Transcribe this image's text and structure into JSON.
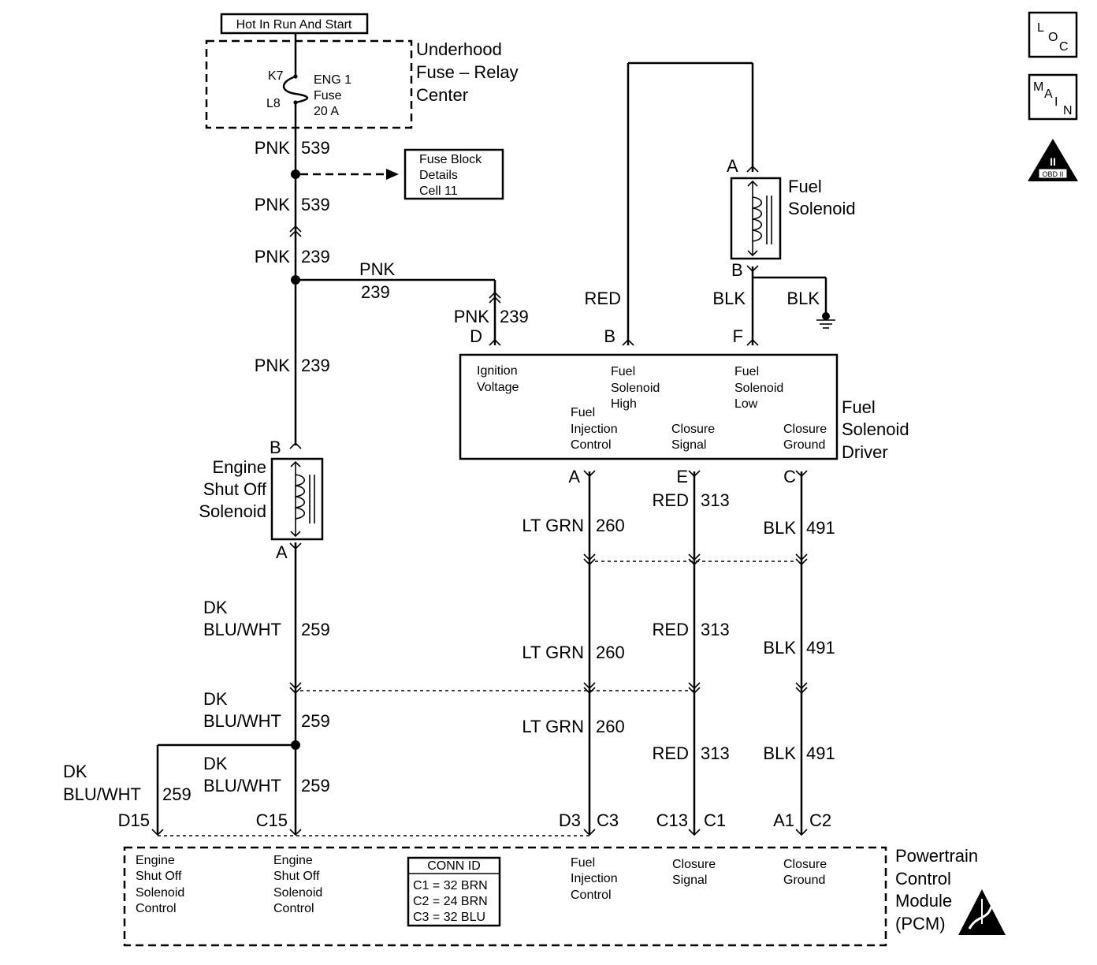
{
  "header": {
    "hot_label": "Hot In Run And Start",
    "fuse_center": [
      "Underhood",
      "Fuse – Relay",
      "Center"
    ],
    "fuse_pin_top": "K7",
    "fuse_pin_bot": "L8",
    "fuse_name": [
      "ENG 1",
      "Fuse",
      "20 A"
    ]
  },
  "icons": {
    "loc": [
      "L",
      "O",
      "C"
    ],
    "main": [
      "M",
      "A",
      "I",
      "N"
    ],
    "obd": [
      "II",
      "OBD II"
    ]
  },
  "fuse_block_ref": [
    "Fuse Block",
    "Details",
    "Cell 11"
  ],
  "left_wires": {
    "w1": {
      "color": "PNK",
      "circuit": "539"
    },
    "w2": {
      "color": "PNK",
      "circuit": "539"
    },
    "w3": {
      "color": "PNK",
      "circuit": "239"
    },
    "w4": {
      "color": "PNK",
      "circuit": "239"
    },
    "branch": {
      "color": "PNK",
      "circuit": "239"
    },
    "w5": {
      "color": [
        "DK",
        "BLU/WHT"
      ],
      "circuit": "259"
    },
    "w6": {
      "color": [
        "DK",
        "BLU/WHT"
      ],
      "circuit": "259"
    },
    "w7": {
      "color": [
        "DK",
        "BLU/WHT"
      ],
      "circuit": "259"
    },
    "w8": {
      "color": [
        "DK",
        "BLU/WHT"
      ],
      "circuit": "259"
    }
  },
  "engine_solenoid": {
    "name": [
      "Engine",
      "Shut Off",
      "Solenoid"
    ],
    "pin_top": "B",
    "pin_bot": "A"
  },
  "fuel_solenoid": {
    "name": [
      "Fuel",
      "Solenoid"
    ],
    "pin_top": "A",
    "pin_bot": "B",
    "wire_red": "RED",
    "wire_blk": "BLK",
    "wire_blk_ground": "BLK"
  },
  "driver": {
    "name": [
      "Fuel",
      "Solenoid",
      "Driver"
    ],
    "pins_top": {
      "d": "D",
      "b": "B",
      "f": "F"
    },
    "wire_d": {
      "color": "PNK",
      "circuit": "239"
    },
    "labels": {
      "ign": [
        "Ignition",
        "Voltage"
      ],
      "high": [
        "Fuel",
        "Solenoid",
        "High"
      ],
      "low": [
        "Fuel",
        "Solenoid",
        "Low"
      ],
      "inj": [
        "Fuel",
        "Injection",
        "Control"
      ],
      "cs": [
        "Closure",
        "Signal"
      ],
      "cg": [
        "Closure",
        "Ground"
      ]
    },
    "pins_bot": {
      "a": "A",
      "e": "E",
      "c": "C"
    }
  },
  "right_wires": {
    "inj": [
      {
        "color": "LT GRN",
        "circuit": "260"
      },
      {
        "color": "LT GRN",
        "circuit": "260"
      },
      {
        "color": "LT GRN",
        "circuit": "260"
      }
    ],
    "sig": [
      {
        "color": "RED",
        "circuit": "313"
      },
      {
        "color": "RED",
        "circuit": "313"
      },
      {
        "color": "RED",
        "circuit": "313"
      }
    ],
    "gnd": [
      {
        "color": "BLK",
        "circuit": "491"
      },
      {
        "color": "BLK",
        "circuit": "491"
      },
      {
        "color": "BLK",
        "circuit": "491"
      }
    ]
  },
  "pcm": {
    "name": [
      "Powertrain",
      "Control",
      "Module",
      "(PCM)"
    ],
    "pins": {
      "d15": "D15",
      "c15": "C15",
      "d3": "D3",
      "c3": "C3",
      "c13": "C13",
      "c1": "C1",
      "a1": "A1",
      "c2": "C2"
    },
    "labels": {
      "esos1": [
        "Engine",
        "Shut Off",
        "Solenoid",
        "Control"
      ],
      "esos2": [
        "Engine",
        "Shut Off",
        "Solenoid",
        "Control"
      ],
      "inj": [
        "Fuel",
        "Injection",
        "Control"
      ],
      "cs": [
        "Closure",
        "Signal"
      ],
      "cg": [
        "Closure",
        "Ground"
      ]
    },
    "conn_id": {
      "title": "CONN ID",
      "rows": [
        "C1 = 32 BRN",
        "C2 = 24 BRN",
        "C3 = 32 BLU"
      ]
    }
  }
}
